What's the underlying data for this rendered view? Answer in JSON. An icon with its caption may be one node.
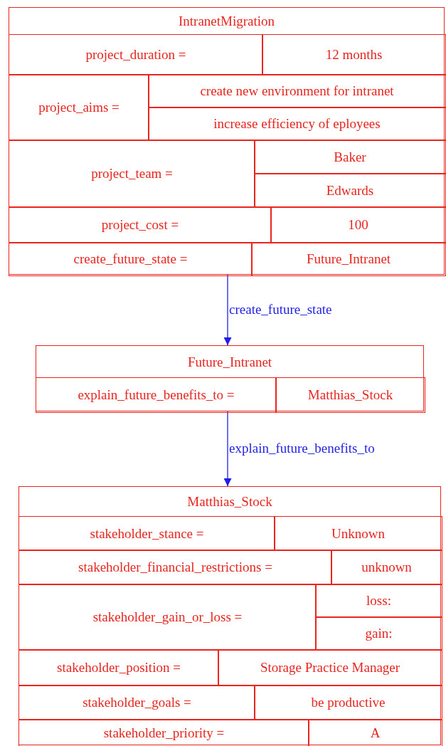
{
  "diagram": {
    "nodes": [
      {
        "text": [
          "IntranetMigration"
        ]
      },
      {
        "text": [
          "project_duration ="
        ],
        "in": 0
      },
      {
        "text": [
          "12 months"
        ],
        "in": 0
      },
      {
        "text": [
          "project_aims ="
        ],
        "in": 0
      },
      {
        "text": [
          "create new environment for intranet"
        ],
        "in": 0
      },
      {
        "text": [
          "increase efficiency of eployees"
        ],
        "in": 0
      },
      {
        "text": [
          "project_team ="
        ],
        "in": 0
      },
      {
        "text": [
          "Baker"
        ],
        "in": 0
      },
      {
        "text": [
          "Edwards"
        ],
        "in": 0
      },
      {
        "text": [
          "project_cost ="
        ],
        "in": 0
      },
      {
        "text": [
          "100"
        ],
        "in": 0
      },
      {
        "text": [
          "create_future_state ="
        ],
        "in": 0
      },
      {
        "text": [
          "Future_Intranet"
        ],
        "in": 0
      },
      {
        "text": [
          "Future_Intranet"
        ]
      },
      {
        "text": [
          "explain_future_benefits_to ="
        ],
        "in": 13
      },
      {
        "text": [
          "Matthias_Stock"
        ],
        "in": 13
      },
      {
        "text": [
          "Matthias_Stock"
        ]
      },
      {
        "text": [
          "stakeholder_stance ="
        ],
        "in": 16
      },
      {
        "text": [
          "Unknown"
        ],
        "in": 16
      },
      {
        "text": [
          "stakeholder_financial_restrictions ="
        ],
        "in": 16
      },
      {
        "text": [
          "unknown"
        ],
        "in": 16
      },
      {
        "text": [
          "stakeholder_gain_or_loss ="
        ],
        "in": 16
      },
      {
        "text": [
          "loss:"
        ],
        "in": 16
      },
      {
        "text": [
          "gain:"
        ],
        "in": 16
      },
      {
        "text": [
          "stakeholder_position ="
        ],
        "in": 16
      },
      {
        "text": [
          "Storage Practice Manager"
        ],
        "in": 16
      },
      {
        "text": [
          "stakeholder_goals ="
        ],
        "in": 16
      },
      {
        "text": [
          "be productive"
        ],
        "in": 16
      },
      {
        "text": [
          "stakeholder_priority ="
        ],
        "in": 16
      },
      {
        "text": [
          "A"
        ],
        "in": 16
      }
    ],
    "edges": [
      {
        "from": 0,
        "to": 13,
        "arrow": "to",
        "label": "create_future_state"
      },
      {
        "from": 13,
        "to": 16,
        "arrow": "to",
        "label": "explain_future_benefits_to"
      }
    ]
  }
}
